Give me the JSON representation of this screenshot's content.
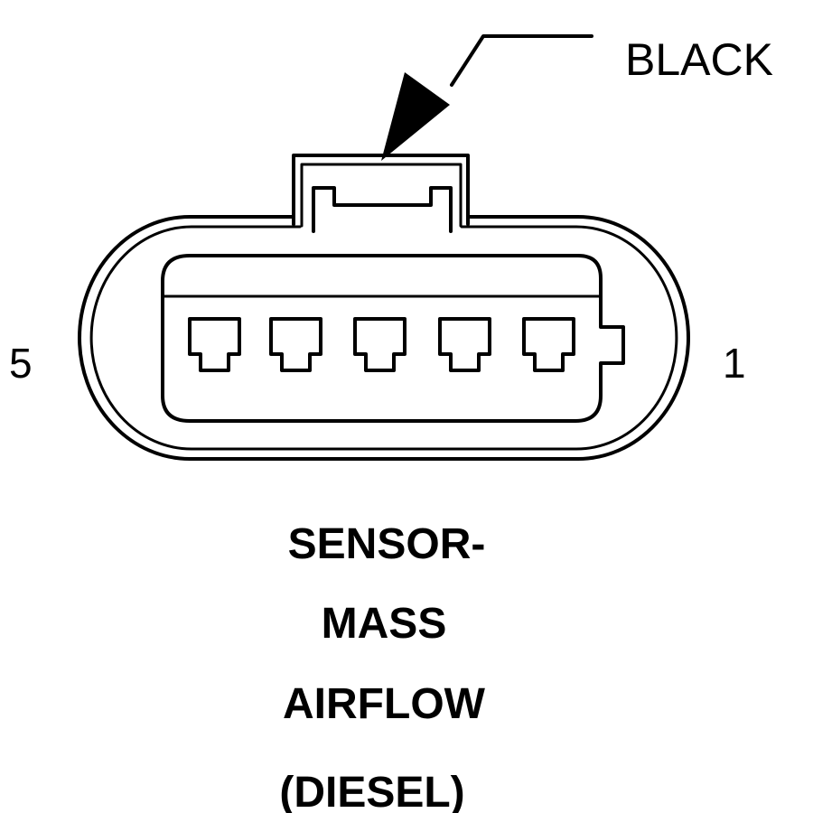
{
  "connector": {
    "color_label": "BLACK",
    "pin_left_label": "5",
    "pin_right_label": "1",
    "cavity_count": 5
  },
  "caption": {
    "line1": "SENSOR-",
    "line2": "MASS",
    "line3": "AIRFLOW",
    "line4": "(DIESEL)"
  }
}
